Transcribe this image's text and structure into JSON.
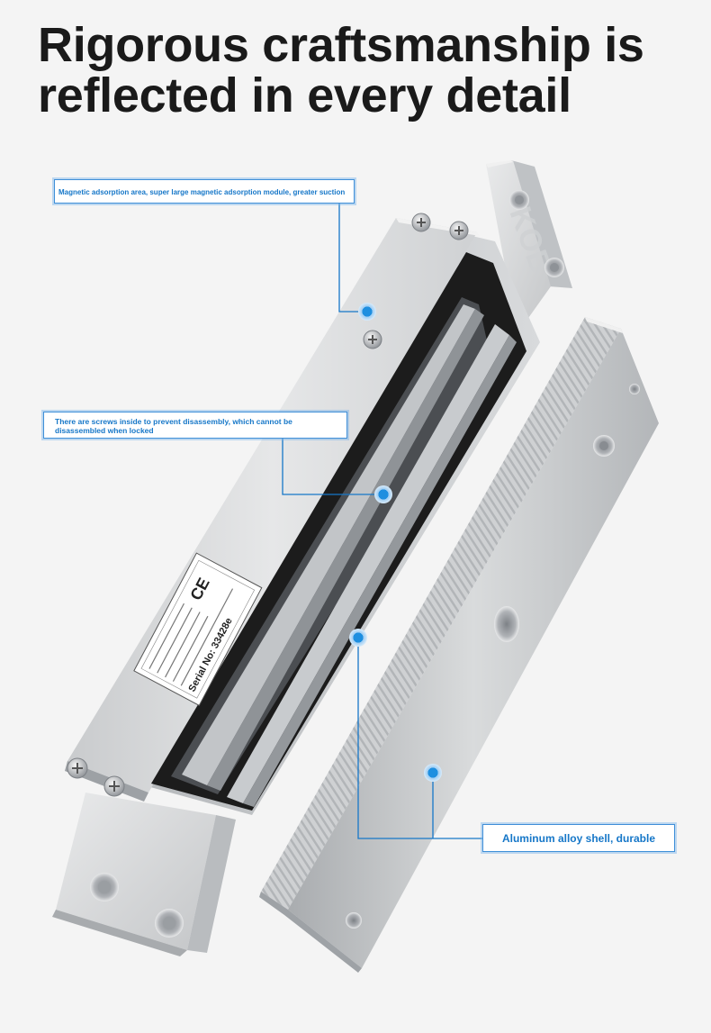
{
  "headline": {
    "line1": "Rigorous craftsmanship is",
    "line2": "reflected in every detail"
  },
  "callouts": {
    "magnetic_area": "Magnetic adsorption area, super large magnetic adsorption module, greater suction",
    "screws": "There are screws inside to prevent disassembly, which cannot be disassembled when locked",
    "shell": "Aluminum alloy shell, durable"
  },
  "label_plate": {
    "cert_mark": "CE",
    "serial": "Serial No: 33428e"
  },
  "colors": {
    "accent": "#1677c8",
    "marker": "#1e8fe0",
    "background": "#f4f4f4",
    "aluminum": "#d6d8da",
    "magnet_core": "#1c1c1c"
  },
  "icons": [
    "screw-icon",
    "callout-marker-icon",
    "mounting-hole-icon"
  ]
}
